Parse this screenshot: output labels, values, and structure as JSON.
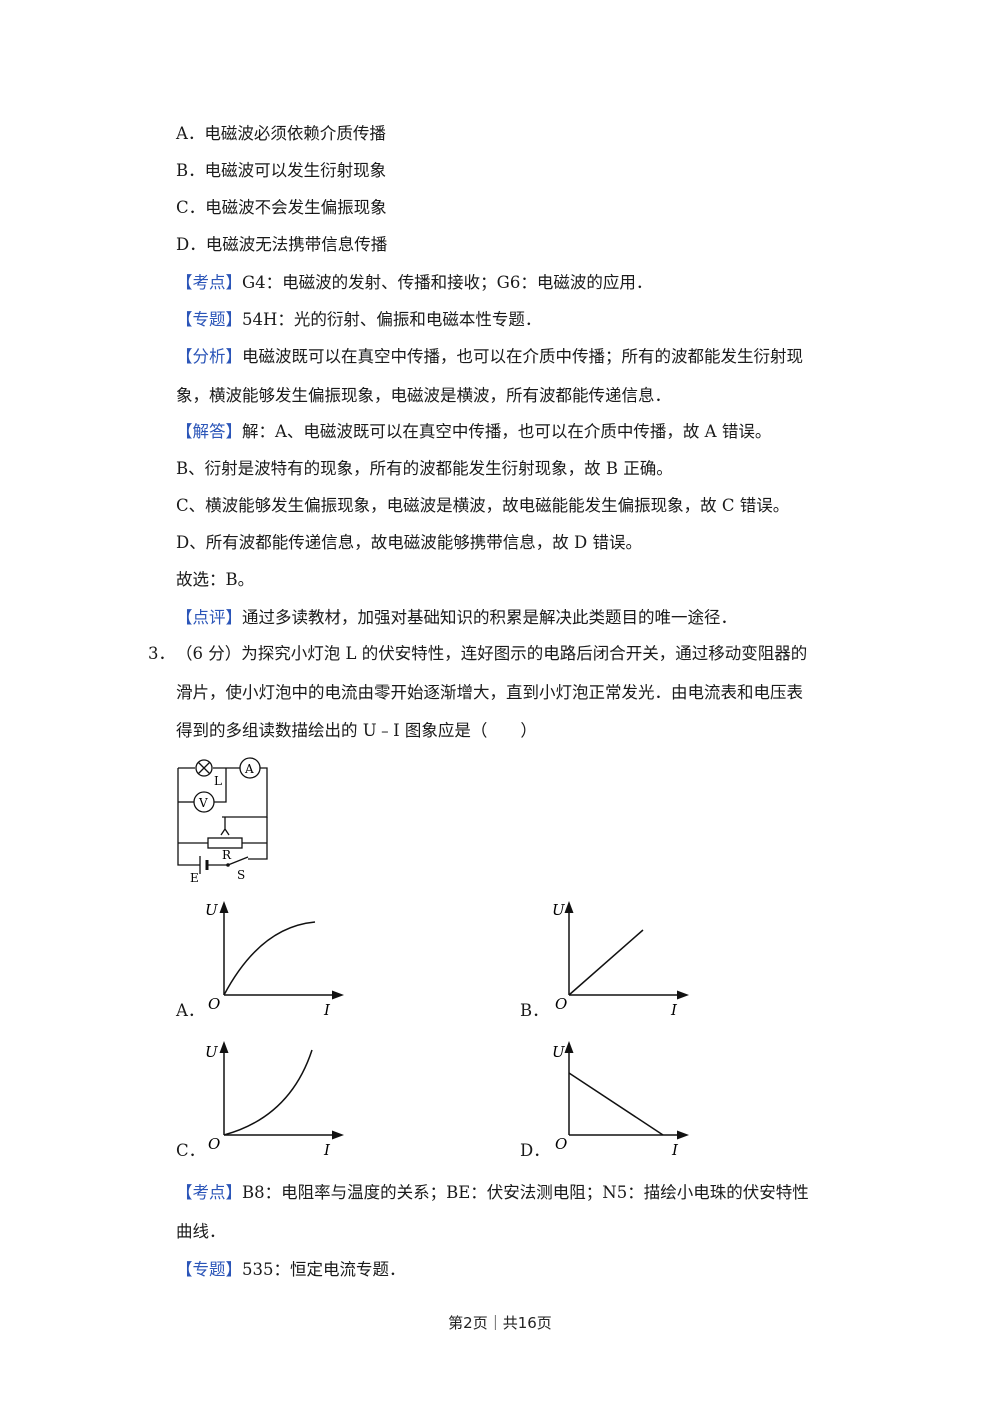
{
  "q2": {
    "options": [
      "A．电磁波必须依赖介质传播",
      "B．电磁波可以发生衍射现象",
      "C．电磁波不会发生偏振现象",
      "D．电磁波无法携带信息传播"
    ],
    "kaodian": {
      "tag": "【考点】",
      "text": "G4：电磁波的发射、传播和接收；G6：电磁波的应用．"
    },
    "zhuanti": {
      "tag": "【专题】",
      "text": "54H：光的衍射、偏振和电磁本性专题．"
    },
    "fenxi": {
      "tag": "【分析】",
      "text1": "电磁波既可以在真空中传播，也可以在介质中传播；所有的波都能发生衍射现",
      "text2": "象，横波能够发生偏振现象，电磁波是横波，所有波都能传递信息．"
    },
    "jieda": {
      "tag": "【解答】",
      "text": "解：A、电磁波既可以在真空中传播，也可以在介质中传播，故 A 错误。"
    },
    "lines": [
      "B、衍射是波特有的现象，所有的波都能发生衍射现象，故 B 正确。",
      "C、横波能够发生偏振现象，电磁波是横波，故电磁能能发生偏振现象，故 C 错误。",
      "D、所有波都能传递信息，故电磁波能够携带信息，故 D 错误。",
      "故选：B。"
    ],
    "dianping": {
      "tag": "【点评】",
      "text": "通过多读教材，加强对基础知识的积累是解决此类题目的唯一途径．"
    }
  },
  "q3": {
    "number": "3．",
    "stem1": "（6 分）为探究小灯泡 L 的伏安特性，连好图示的电路后闭合开关，通过移动变阻器的",
    "stem2": "滑片，使小灯泡中的电流由零开始逐渐增大，直到小灯泡正常发光．由电流表和电压表",
    "stem3": "得到的多组读数描绘出的 U﹣I 图象应是（　　）",
    "circuit_labels": {
      "lamp": "L",
      "ammeter": "A",
      "voltmeter": "V",
      "rheostat": "R",
      "battery": "E",
      "switch": "S"
    },
    "graph_axis": {
      "y": "U",
      "x": "I",
      "origin": "O"
    },
    "option_labels": [
      "A．",
      "B．",
      "C．",
      "D．"
    ],
    "kaodian": {
      "tag": "【考点】",
      "text1": "B8：电阻率与温度的关系；BE：伏安法测电阻；N5：描绘小电珠的伏安特性",
      "text2": "曲线．"
    },
    "zhuanti": {
      "tag": "【专题】",
      "text": "535：恒定电流专题．"
    }
  },
  "footer": {
    "text": "第2页｜共16页"
  },
  "colors": {
    "tag": "#2b55b8",
    "text": "#1a1a1a"
  }
}
